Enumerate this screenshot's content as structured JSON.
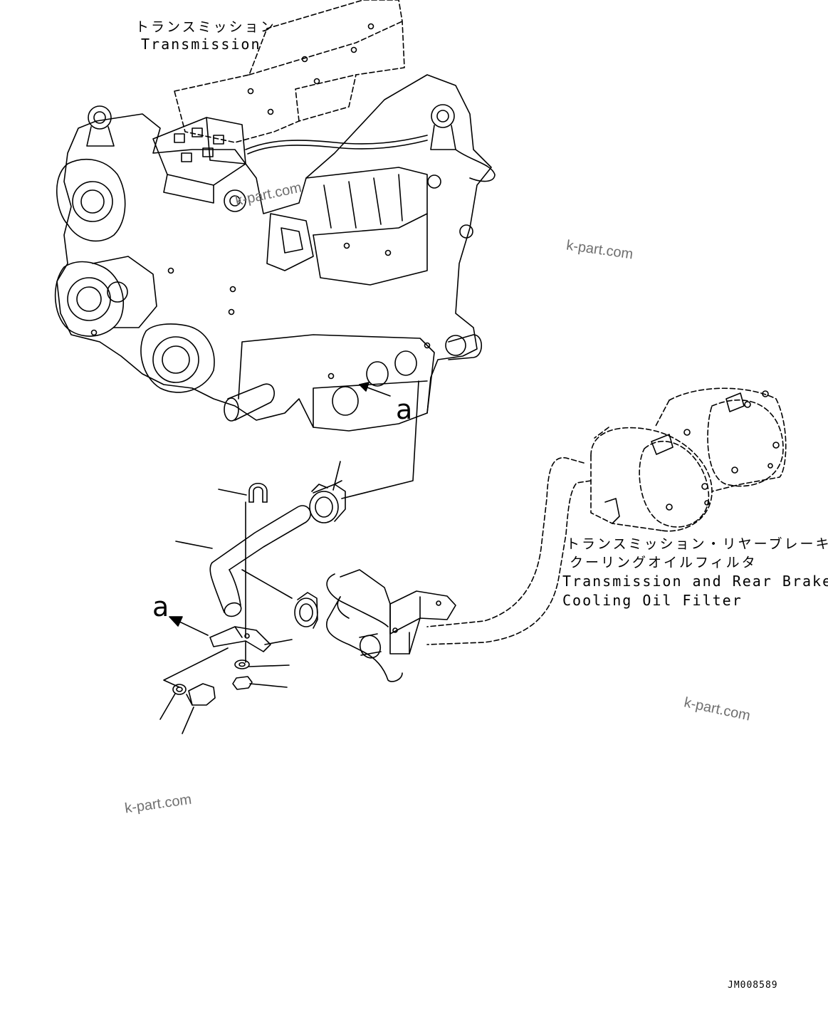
{
  "labels": {
    "transmission_jp": "トランスミッション",
    "transmission_en": "Transmission",
    "filter_jp_line1": "トランスミッション・リヤーブレーキ",
    "filter_jp_line2": "クーリングオイルフィルタ",
    "filter_en_line1": "Transmission and Rear Brake",
    "filter_en_line2": "Cooling Oil Filter",
    "ref_a_upper": "a",
    "ref_a_lower": "a"
  },
  "watermarks": [
    "k-part.com",
    "k-part.com",
    "k-part.com",
    "k-part.com"
  ],
  "drawing_code": "JM008589",
  "colors": {
    "line": "#000000",
    "watermark": "#6f6f6f",
    "background": "#ffffff"
  }
}
